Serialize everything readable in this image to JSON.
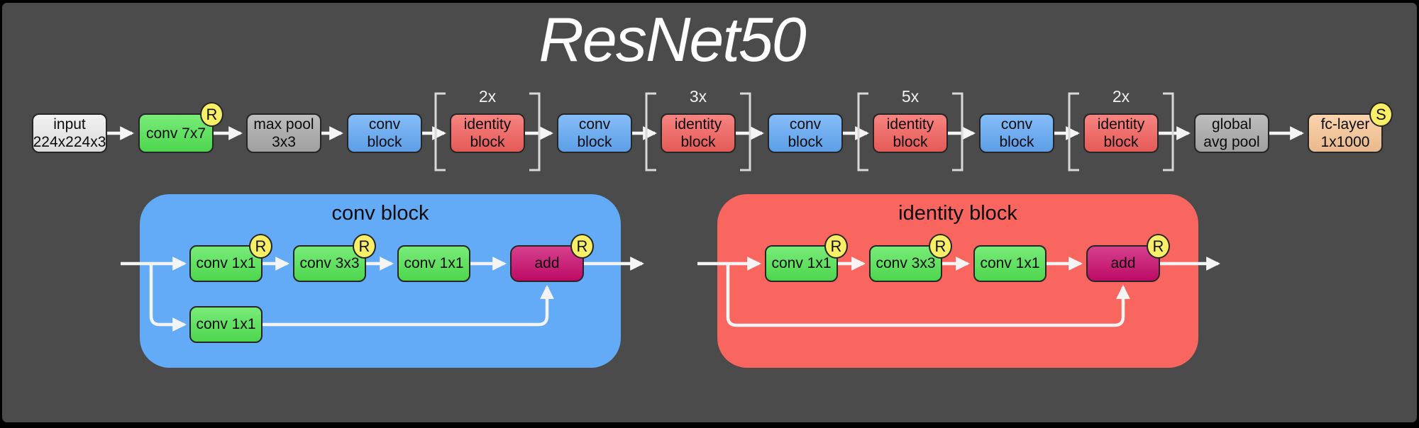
{
  "title": "ResNet50",
  "colors": {
    "frame": "#000000",
    "background": "#4b4b4b",
    "title-text": "#ffffff",
    "light": "#ededed",
    "green": "#53e653",
    "gray": "#ababab",
    "blue": "#63aaf7",
    "red": "#f5615d",
    "red-container": "#f8665f",
    "peach": "#fac796",
    "magenta": "#cb0b6d",
    "badge-yellow": "#f8ef66",
    "line": "#f4f4f4"
  },
  "pipeline": {
    "nodes": [
      {
        "line1": "input",
        "line2": "224x224x3"
      },
      {
        "line1": "conv 7x7",
        "badge": "R"
      },
      {
        "line1": "max pool",
        "line2": "3x3"
      },
      {
        "line1": "conv",
        "line2": "block"
      },
      {
        "line1": "identity",
        "line2": "block",
        "repeat": "2x"
      },
      {
        "line1": "conv",
        "line2": "block"
      },
      {
        "line1": "identity",
        "line2": "block",
        "repeat": "3x"
      },
      {
        "line1": "conv",
        "line2": "block"
      },
      {
        "line1": "identity",
        "line2": "block",
        "repeat": "5x"
      },
      {
        "line1": "conv",
        "line2": "block"
      },
      {
        "line1": "identity",
        "line2": "block",
        "repeat": "2x"
      },
      {
        "line1": "global",
        "line2": "avg pool"
      },
      {
        "line1": "fc-layer",
        "line2": "1x1000",
        "badge": "S"
      }
    ]
  },
  "conv_block_detail": {
    "title": "conv block",
    "nodes": [
      {
        "label": "conv 1x1",
        "badge": "R"
      },
      {
        "label": "conv 3x3",
        "badge": "R"
      },
      {
        "label": "conv 1x1"
      },
      {
        "label": "add",
        "badge": "R"
      }
    ],
    "shortcut_node": {
      "label": "conv 1x1"
    }
  },
  "identity_block_detail": {
    "title": "identity block",
    "nodes": [
      {
        "label": "conv 1x1",
        "badge": "R"
      },
      {
        "label": "conv 3x3",
        "badge": "R"
      },
      {
        "label": "conv 1x1"
      },
      {
        "label": "add",
        "badge": "R"
      }
    ]
  }
}
